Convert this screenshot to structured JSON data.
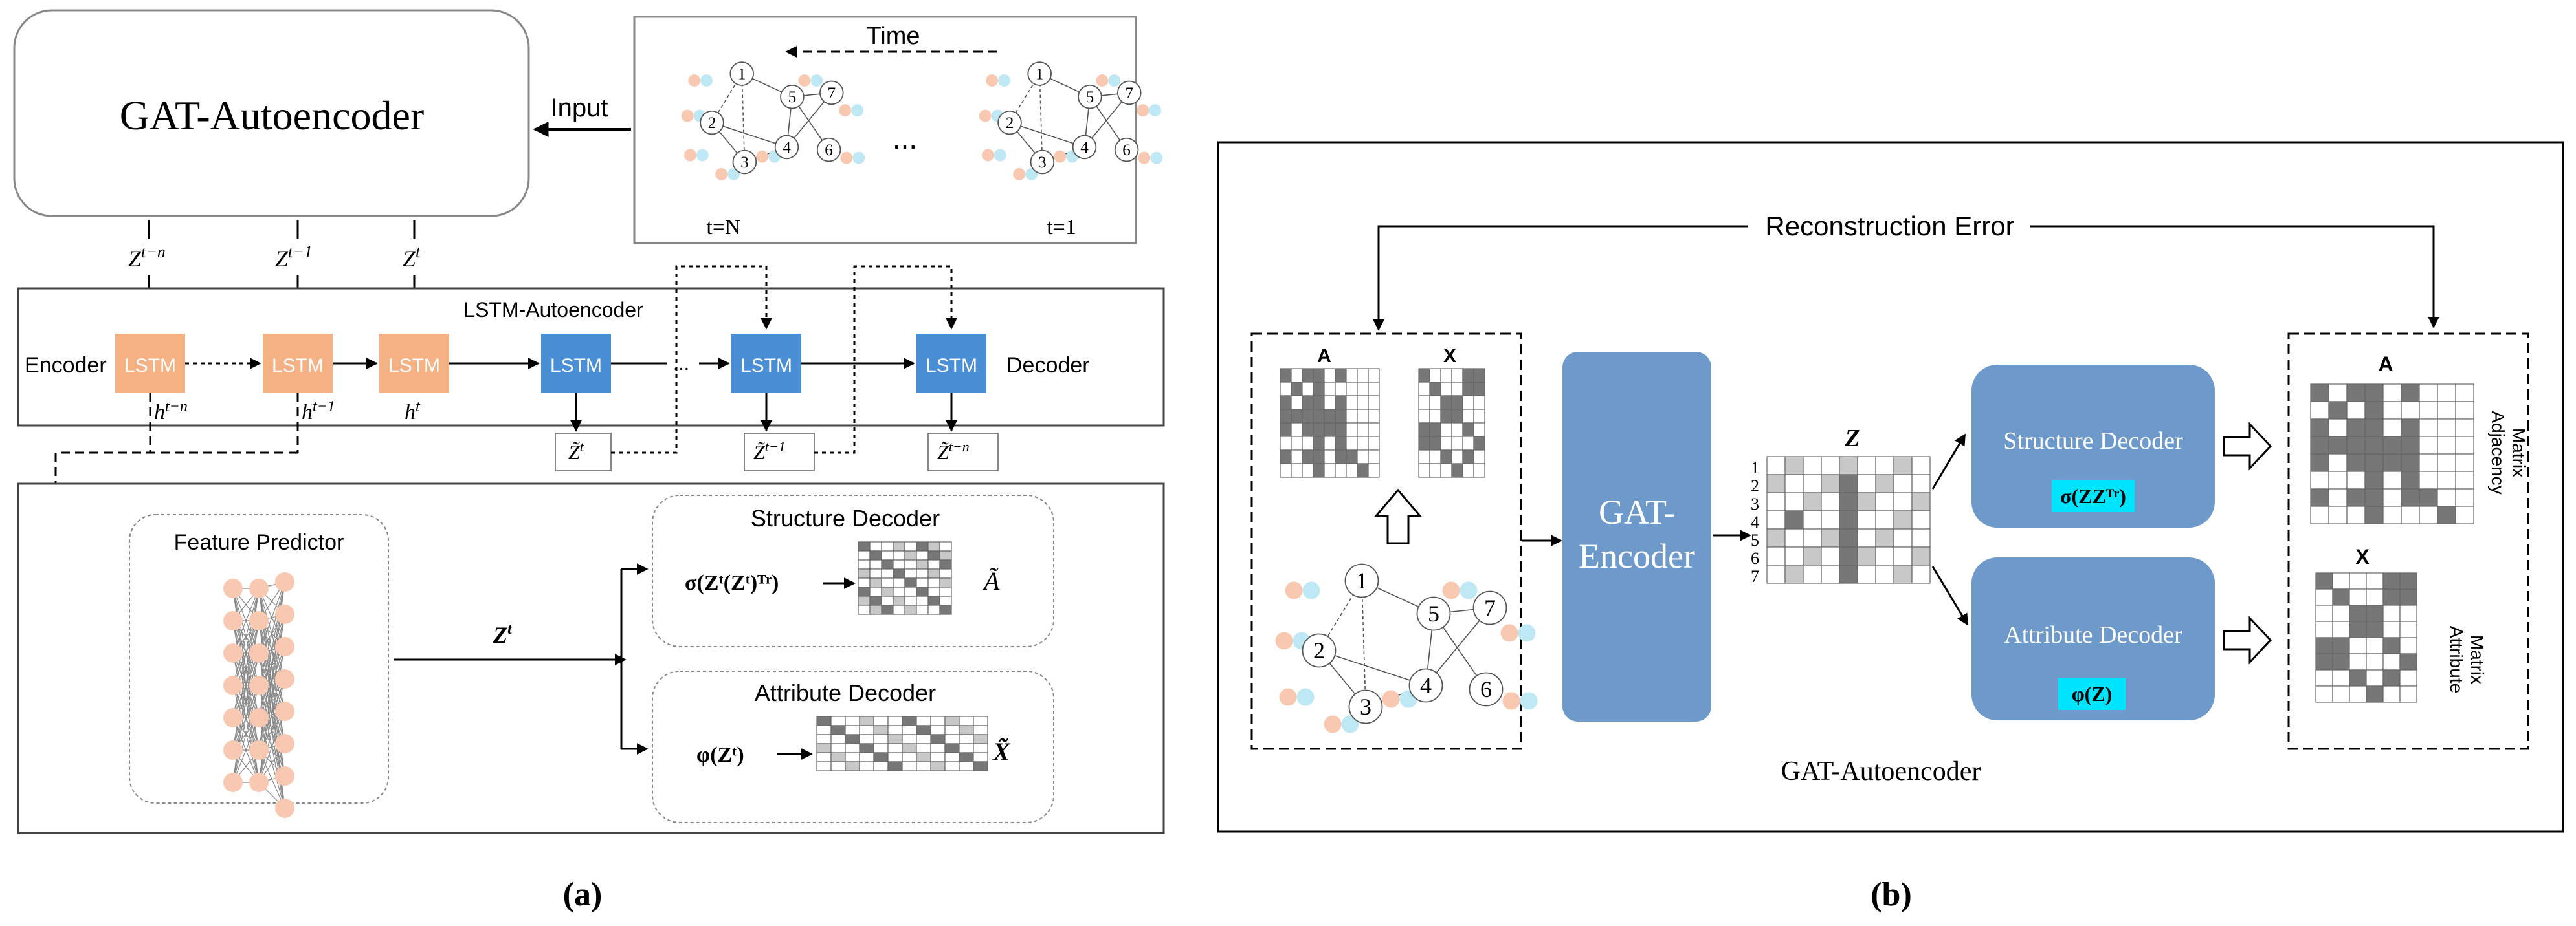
{
  "panel_a": {
    "gat_autoencoder_title": "GAT-Autoencoder",
    "input_label": "Input",
    "time_label": "Time",
    "snapshot_left_label": "t=N",
    "snapshot_right_label": "t=1",
    "ellipsis": "...",
    "node_labels": [
      "1",
      "2",
      "3",
      "4",
      "5",
      "6",
      "7"
    ],
    "z_left": "Z",
    "z_left_sup": "t−n",
    "z_mid": "Z",
    "z_mid_sup": "t−1",
    "z_right": "Z",
    "z_right_sup": "t",
    "lstm_autoencoder_title": "LSTM-Autoencoder",
    "encoder_label": "Encoder",
    "decoder_label": "Decoder",
    "lstm_label": "LSTM",
    "h_left": "h",
    "h_left_sup": "t−n",
    "h_mid": "h",
    "h_mid_sup": "t−1",
    "h_right": "h",
    "h_right_sup": "t",
    "zt_out_1": "Z̃",
    "zt_out_1_sup": "t",
    "zt_out_2": "Z̃",
    "zt_out_2_sup": "t−1",
    "zt_out_3": "Z̃",
    "zt_out_3_sup": "t−n",
    "feature_predictor_title": "Feature Predictor",
    "zt_arrow_label": "Z",
    "zt_arrow_sup": "t",
    "structure_decoder_title": "Structure Decoder",
    "structure_formula": "σ(Zᵗ(Zᵗ)ᵀʳ)",
    "structure_output": "Ã",
    "attribute_decoder_title": "Attribute Decoder",
    "attribute_formula": "φ(Zᵗ)",
    "attribute_output": "X̃",
    "caption": "(a)"
  },
  "panel_b": {
    "reconstruction_error": "Reconstruction Error",
    "matrix_a_label": "A",
    "matrix_x_label": "X",
    "gat_encoder_line1": "GAT-",
    "gat_encoder_line2": "Encoder",
    "z_label": "Z",
    "z_row_labels": [
      "1",
      "2",
      "3",
      "4",
      "5",
      "6",
      "7"
    ],
    "structure_decoder_title": "Structure Decoder",
    "structure_formula": "σ(ZZᵀʳ)",
    "attribute_decoder_title": "Attribute Decoder",
    "attribute_formula": "φ(Z)",
    "out_a_label": "A",
    "out_x_label": "X",
    "adjacency_line1": "Adjacency",
    "adjacency_line2": "Matrix",
    "attribute_line1": "Attribute",
    "attribute_line2": "Matrix",
    "gat_autoencoder_label": "GAT-Autoencoder",
    "caption": "(b)"
  },
  "colors": {
    "lstm_encoder": "#f4b183",
    "lstm_decoder": "#4a8ed6",
    "gat_blue": "#6e9acb",
    "cyan_highlight": "#00e5ff",
    "line": "#000000",
    "peach_dot": "#f8c9b0",
    "cyan_dot": "#bfe8f5"
  }
}
